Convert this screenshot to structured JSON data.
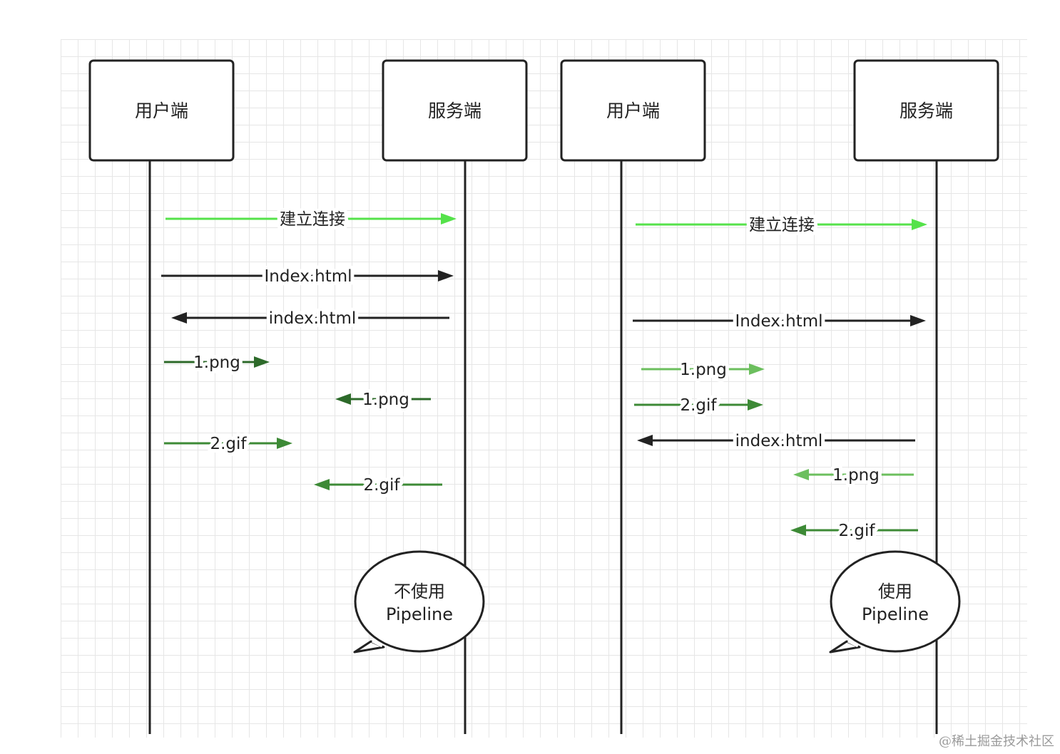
{
  "colors": {
    "bright_green": "#55e24a",
    "dark_green": "#2d6a2a",
    "mid_green": "#3d8a36",
    "light_green": "#6cbf5e",
    "black": "#222222"
  },
  "panels": [
    {
      "client_label": "用户端",
      "server_label": "服务端",
      "bubble_line1": "不使用",
      "bubble_line2": "Pipeline",
      "messages": [
        {
          "label": "建立连接",
          "dir": "right",
          "color": "bright_green"
        },
        {
          "label": "Index.html",
          "dir": "right",
          "color": "black"
        },
        {
          "label": "index.html",
          "dir": "left",
          "color": "black"
        },
        {
          "label": "1.png",
          "dir": "right",
          "color": "dark_green"
        },
        {
          "label": "1.png",
          "dir": "left",
          "color": "dark_green"
        },
        {
          "label": "2.gif",
          "dir": "right",
          "color": "mid_green"
        },
        {
          "label": "2.gif",
          "dir": "left",
          "color": "mid_green"
        }
      ]
    },
    {
      "client_label": "用户端",
      "server_label": "服务端",
      "bubble_line1": "使用",
      "bubble_line2": "Pipeline",
      "messages": [
        {
          "label": "建立连接",
          "dir": "right",
          "color": "bright_green"
        },
        {
          "label": "Index.html",
          "dir": "right",
          "color": "black"
        },
        {
          "label": "1.png",
          "dir": "right",
          "color": "light_green"
        },
        {
          "label": "2.gif",
          "dir": "right",
          "color": "mid_green"
        },
        {
          "label": "index.html",
          "dir": "left",
          "color": "black"
        },
        {
          "label": "1.png",
          "dir": "left",
          "color": "light_green"
        },
        {
          "label": "2.gif",
          "dir": "left",
          "color": "mid_green"
        }
      ]
    }
  ],
  "watermark": "@稀土掘金技术社区"
}
